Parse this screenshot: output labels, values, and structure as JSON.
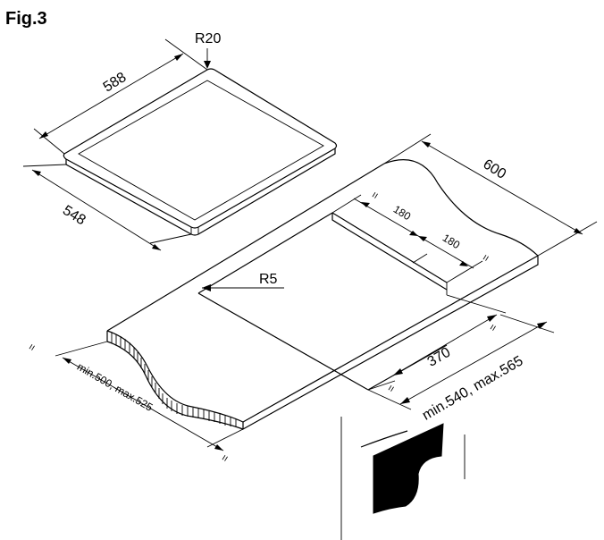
{
  "figure": {
    "title": "Fig.3"
  },
  "dimensions": {
    "corner_radius_top": "R20",
    "hob_width": "588",
    "hob_depth": "548",
    "worktop_depth": "600",
    "gap_a": "180",
    "gap_b": "180",
    "cutout_radius": "R5",
    "cutout_depth": "370",
    "cutout_width_range": "min.540, max.565",
    "cutout_length_range": "min.500, max.525",
    "equal_mark": "="
  }
}
